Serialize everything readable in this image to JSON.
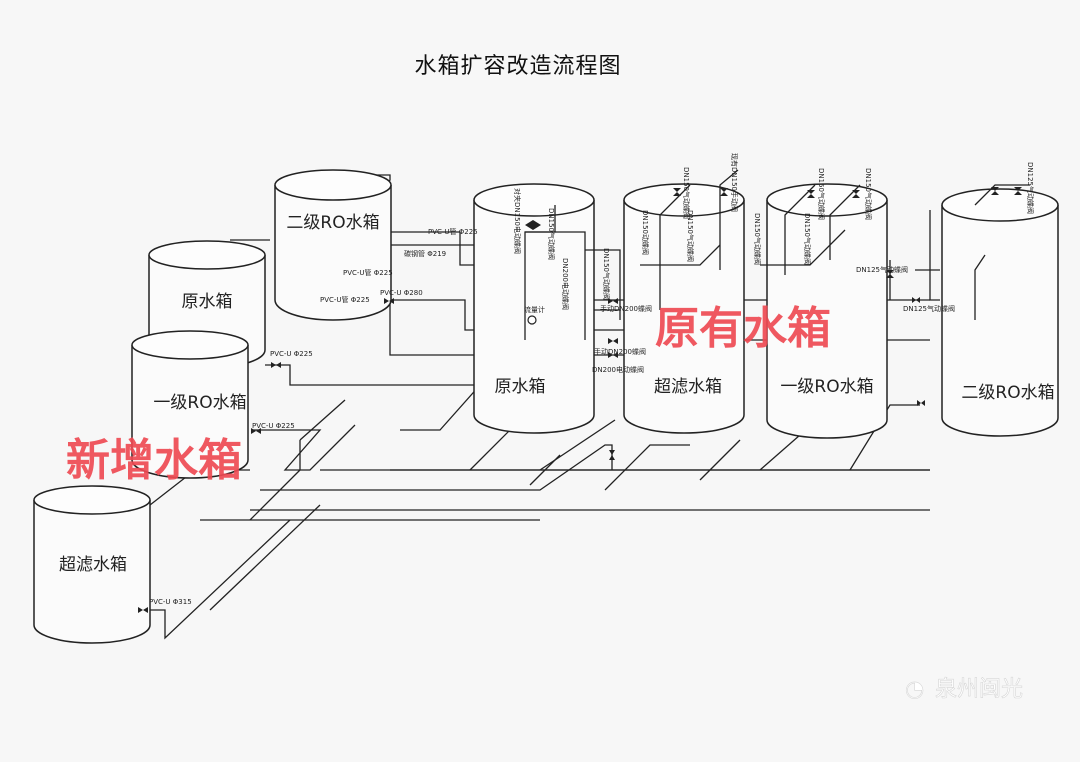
{
  "title": "水箱扩容改造流程图",
  "overlays": {
    "new_tanks": "新增水箱",
    "existing_tanks": "原有水箱"
  },
  "new_tanks": [
    {
      "name": "二级RO水箱"
    },
    {
      "name": "原水箱"
    },
    {
      "name": "一级RO水箱"
    },
    {
      "name": "超滤水箱"
    }
  ],
  "existing_tanks": [
    {
      "name": "原水箱"
    },
    {
      "name": "超滤水箱"
    },
    {
      "name": "一级RO水箱"
    },
    {
      "name": "二级RO水箱"
    }
  ],
  "pipe_labels": {
    "p1": "PVC-U管 Φ225",
    "p2": "碳钢管 Φ219",
    "p3": "PVC-U管 Φ225",
    "p4": "PVC-U Φ280",
    "p5": "PVC-U管 Φ225",
    "p6": "PVC-U Φ225",
    "p7": "PVC-U Φ225",
    "p8": "PVC-U Φ315"
  },
  "valve_labels": {
    "raw_dn150_electric": "对夹DN150电动蝶阀",
    "raw_dn150_pneumatic": "DN150气动蝶阀",
    "raw_dn200_electric": "DN200电动蝶阀",
    "raw_dn150_pneumatic_2": "DN150气动蝶阀",
    "flow_meter": "流量计",
    "manual_dn200_1": "手动DN200蝶阀",
    "manual_dn200_2": "手动DN200蝶阀",
    "dn200_electric": "DN200电动蝶阀",
    "uf_dn150_a": "DN150气动蝶阀",
    "uf_existing_manual": "现有DN150手动阀",
    "uf_dn150_b": "DN150动蝶阀",
    "uf_dn150_c": "DN150气动蝶阀",
    "ro1_dn150_a": "DN150气动蝶阀",
    "ro1_dn150_b": "DN150气动蝶阀",
    "ro1_dn150_c": "DN150气动蝶阀",
    "ro1_dn150_d": "DN150气动蝶阀",
    "ro2_dn125_a": "DN125气动蝶阀",
    "ro2_dn125_b": "DN125气动蝶阀",
    "ro2_dn125_c": "DN125气动蝶阀"
  },
  "watermark": "泉州闽光"
}
